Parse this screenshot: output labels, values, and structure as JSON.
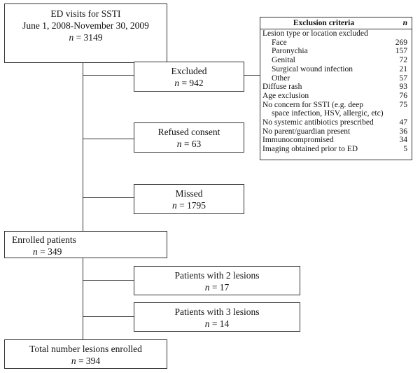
{
  "start": {
    "line1": "ED visits for SSTI",
    "line2": "June 1, 2008-November 30, 2009",
    "n_label": "n",
    "n_value": " = 3149"
  },
  "excluded": {
    "label": "Excluded",
    "n_label": "n",
    "n_value": " = 942"
  },
  "refused": {
    "label": "Refused consent",
    "n_label": "n",
    "n_value": " = 63"
  },
  "missed": {
    "label": "Missed",
    "n_label": "n",
    "n_value": " = 1795"
  },
  "enrolled": {
    "label": "Enrolled patients",
    "n_label": "n",
    "n_value": " = 349"
  },
  "two_lesions": {
    "label": "Patients with 2 lesions",
    "n_label": "n",
    "n_value": " = 17"
  },
  "three_lesions": {
    "label": "Patients with 3 lesions",
    "n_label": "n",
    "n_value": " = 14"
  },
  "total": {
    "label": "Total number lesions enrolled",
    "n_label": "n",
    "n_value": " = 394"
  },
  "exclusion_table": {
    "header_criteria": "Exclusion criteria",
    "header_n": "n",
    "rows": [
      {
        "label": "Lesion type or location excluded",
        "value": "",
        "indent": false
      },
      {
        "label": "Face",
        "value": "269",
        "indent": true
      },
      {
        "label": "Paronychia",
        "value": "157",
        "indent": true
      },
      {
        "label": "Genital",
        "value": "72",
        "indent": true
      },
      {
        "label": "Surgical wound infection",
        "value": "21",
        "indent": true
      },
      {
        "label": "Other",
        "value": "57",
        "indent": true
      },
      {
        "label": "Diffuse rash",
        "value": "93",
        "indent": false
      },
      {
        "label": "Age exclusion",
        "value": "76",
        "indent": false
      },
      {
        "label": "No concern for SSTI (e.g. deep",
        "value": "75",
        "indent": false
      },
      {
        "label": "space  infection, HSV, allergic, etc)",
        "value": "",
        "indent": true
      },
      {
        "label": "No systemic antibiotics prescribed",
        "value": "47",
        "indent": false
      },
      {
        "label": "No parent/guardian present",
        "value": "36",
        "indent": false
      },
      {
        "label": "Immunocompromised",
        "value": "34",
        "indent": false
      },
      {
        "label": "Imaging obtained prior to ED",
        "value": "5",
        "indent": false
      }
    ]
  }
}
